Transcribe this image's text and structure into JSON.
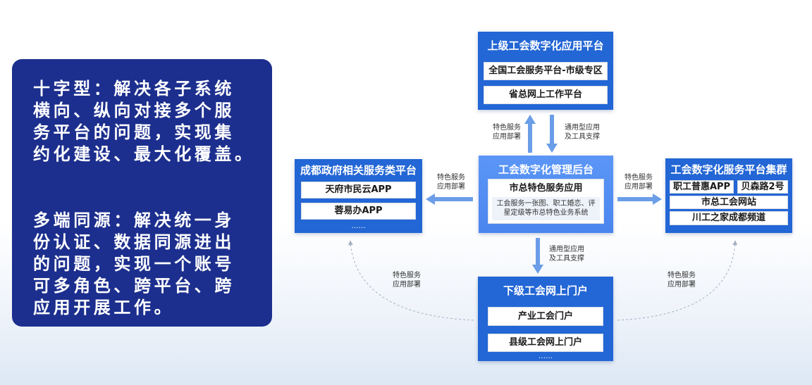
{
  "colors": {
    "panel_navy": "#1c2f8e",
    "box_blue": "#2366d5",
    "center_blue": "#528df3",
    "arrow_blue": "#6b9de8",
    "dashed_gray": "#a6b0be",
    "label_text": "#333333",
    "item_text": "#1a1a1a"
  },
  "left_panel": {
    "cross_type_lines": [
      "十字型：解决各子系统",
      "横向、纵向对接多个服",
      "务平台的问题，实现集",
      "约化建设、最大化覆盖。"
    ],
    "multi_source_lines": [
      "多端同源：解决统一身",
      "份认证、数据同源进出",
      "的问题，实现一个账号",
      "可多角色、跨平台、跨",
      "应用开展工作。"
    ]
  },
  "upper_platform": {
    "title": "上级工会数字化应用平台",
    "items": [
      "全国工会服务平台-市级专区",
      "省总网上工作平台"
    ]
  },
  "management_backend": {
    "title": "工会数字化管理后台",
    "app_title": "市总特色服务应用",
    "app_desc_lines": [
      "工会服务一张图、职工婚恋、评",
      "星定级等市总特色业务系统"
    ]
  },
  "government_platforms": {
    "title": "成都政府相关服务类平台",
    "items": [
      "天府市民云APP",
      "蓉易办APP"
    ],
    "more": "……"
  },
  "service_cluster": {
    "title": "工会数字化服务平台集群",
    "row_1": [
      "职工普惠APP",
      "贝森路2号"
    ],
    "items": [
      "市总工会网站",
      "川工之家成都频道"
    ]
  },
  "lower_portals": {
    "title": "下级工会网上门户",
    "items": [
      "产业工会门户",
      "县级工会网上门户"
    ],
    "more": "……"
  },
  "connectors": {
    "backend_to_upper": [
      "特色服务",
      "应用部署"
    ],
    "upper_to_backend": [
      "通用型应用",
      "及工具支撑"
    ],
    "backend_to_government": [
      "特色服务",
      "应用部署"
    ],
    "backend_to_cluster": [
      "特色服务",
      "应用部署"
    ],
    "backend_to_lower": [
      "通用型应用",
      "及工具支撑"
    ],
    "lower_to_government": [
      "特色服务",
      "应用部署"
    ],
    "lower_to_cluster": [
      "特色服务",
      "应用部署"
    ]
  }
}
